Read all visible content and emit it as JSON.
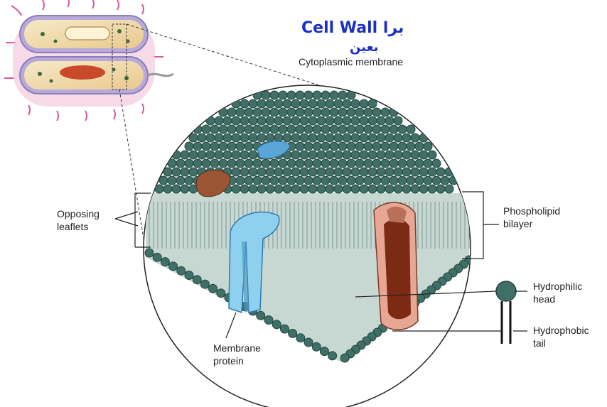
{
  "annotation": {
    "line1": "Cell Wall برا",
    "line2": "بعين"
  },
  "labels": {
    "title": "Cytoplasmic membrane",
    "opposing_leaflets": [
      "Opposing",
      "leaflets"
    ],
    "phospholipid_bilayer": [
      "Phospholipid",
      "bilayer"
    ],
    "hydrophilic_head": [
      "Hydrophilic",
      "head"
    ],
    "hydrophobic_tail": [
      "Hydrophobic",
      "tail"
    ],
    "membrane_protein": [
      "Membrane",
      "protein"
    ]
  },
  "colors": {
    "head": "#3f6f66",
    "head_stroke": "#23463f",
    "tail_region": "#c7d8d3",
    "channel_protein": "#8fd0ee",
    "carrier_protein": "#b9705a",
    "peripheral_protein": "#8a4a2e",
    "annotation": "#1b2fc4"
  }
}
